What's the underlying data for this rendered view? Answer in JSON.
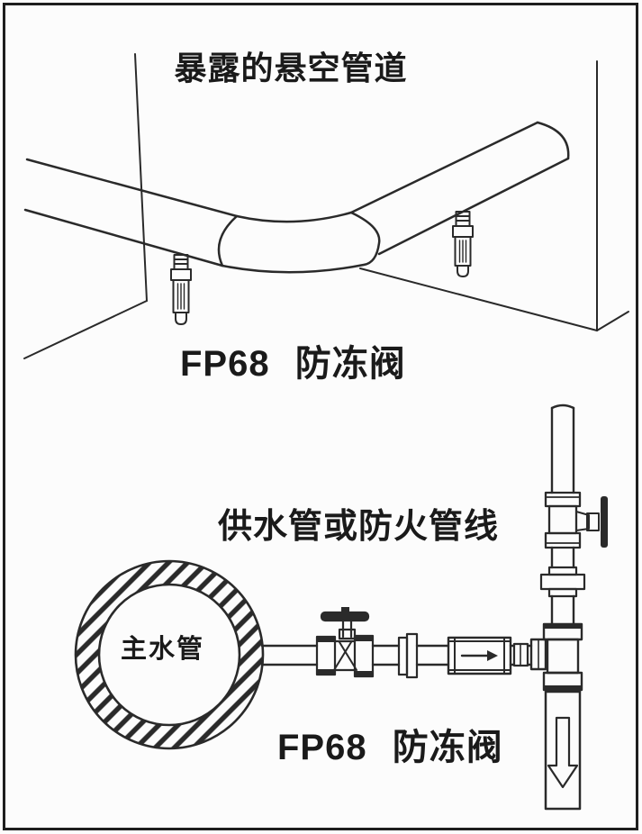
{
  "page": {
    "background": "#fcfcfc",
    "ink_color": "#2a2a2a",
    "border_color": "#1e1e1e"
  },
  "top_diagram": {
    "title": "暴露的悬空管道",
    "caption": "FP68 防冻阀"
  },
  "bottom_diagram": {
    "title": "供水管或防火管线",
    "main_pipe_label": "主水管",
    "caption": "FP68 防冻阀",
    "check_valve_icon": "right-arrow",
    "drain_flow_icon": "down-arrow"
  }
}
